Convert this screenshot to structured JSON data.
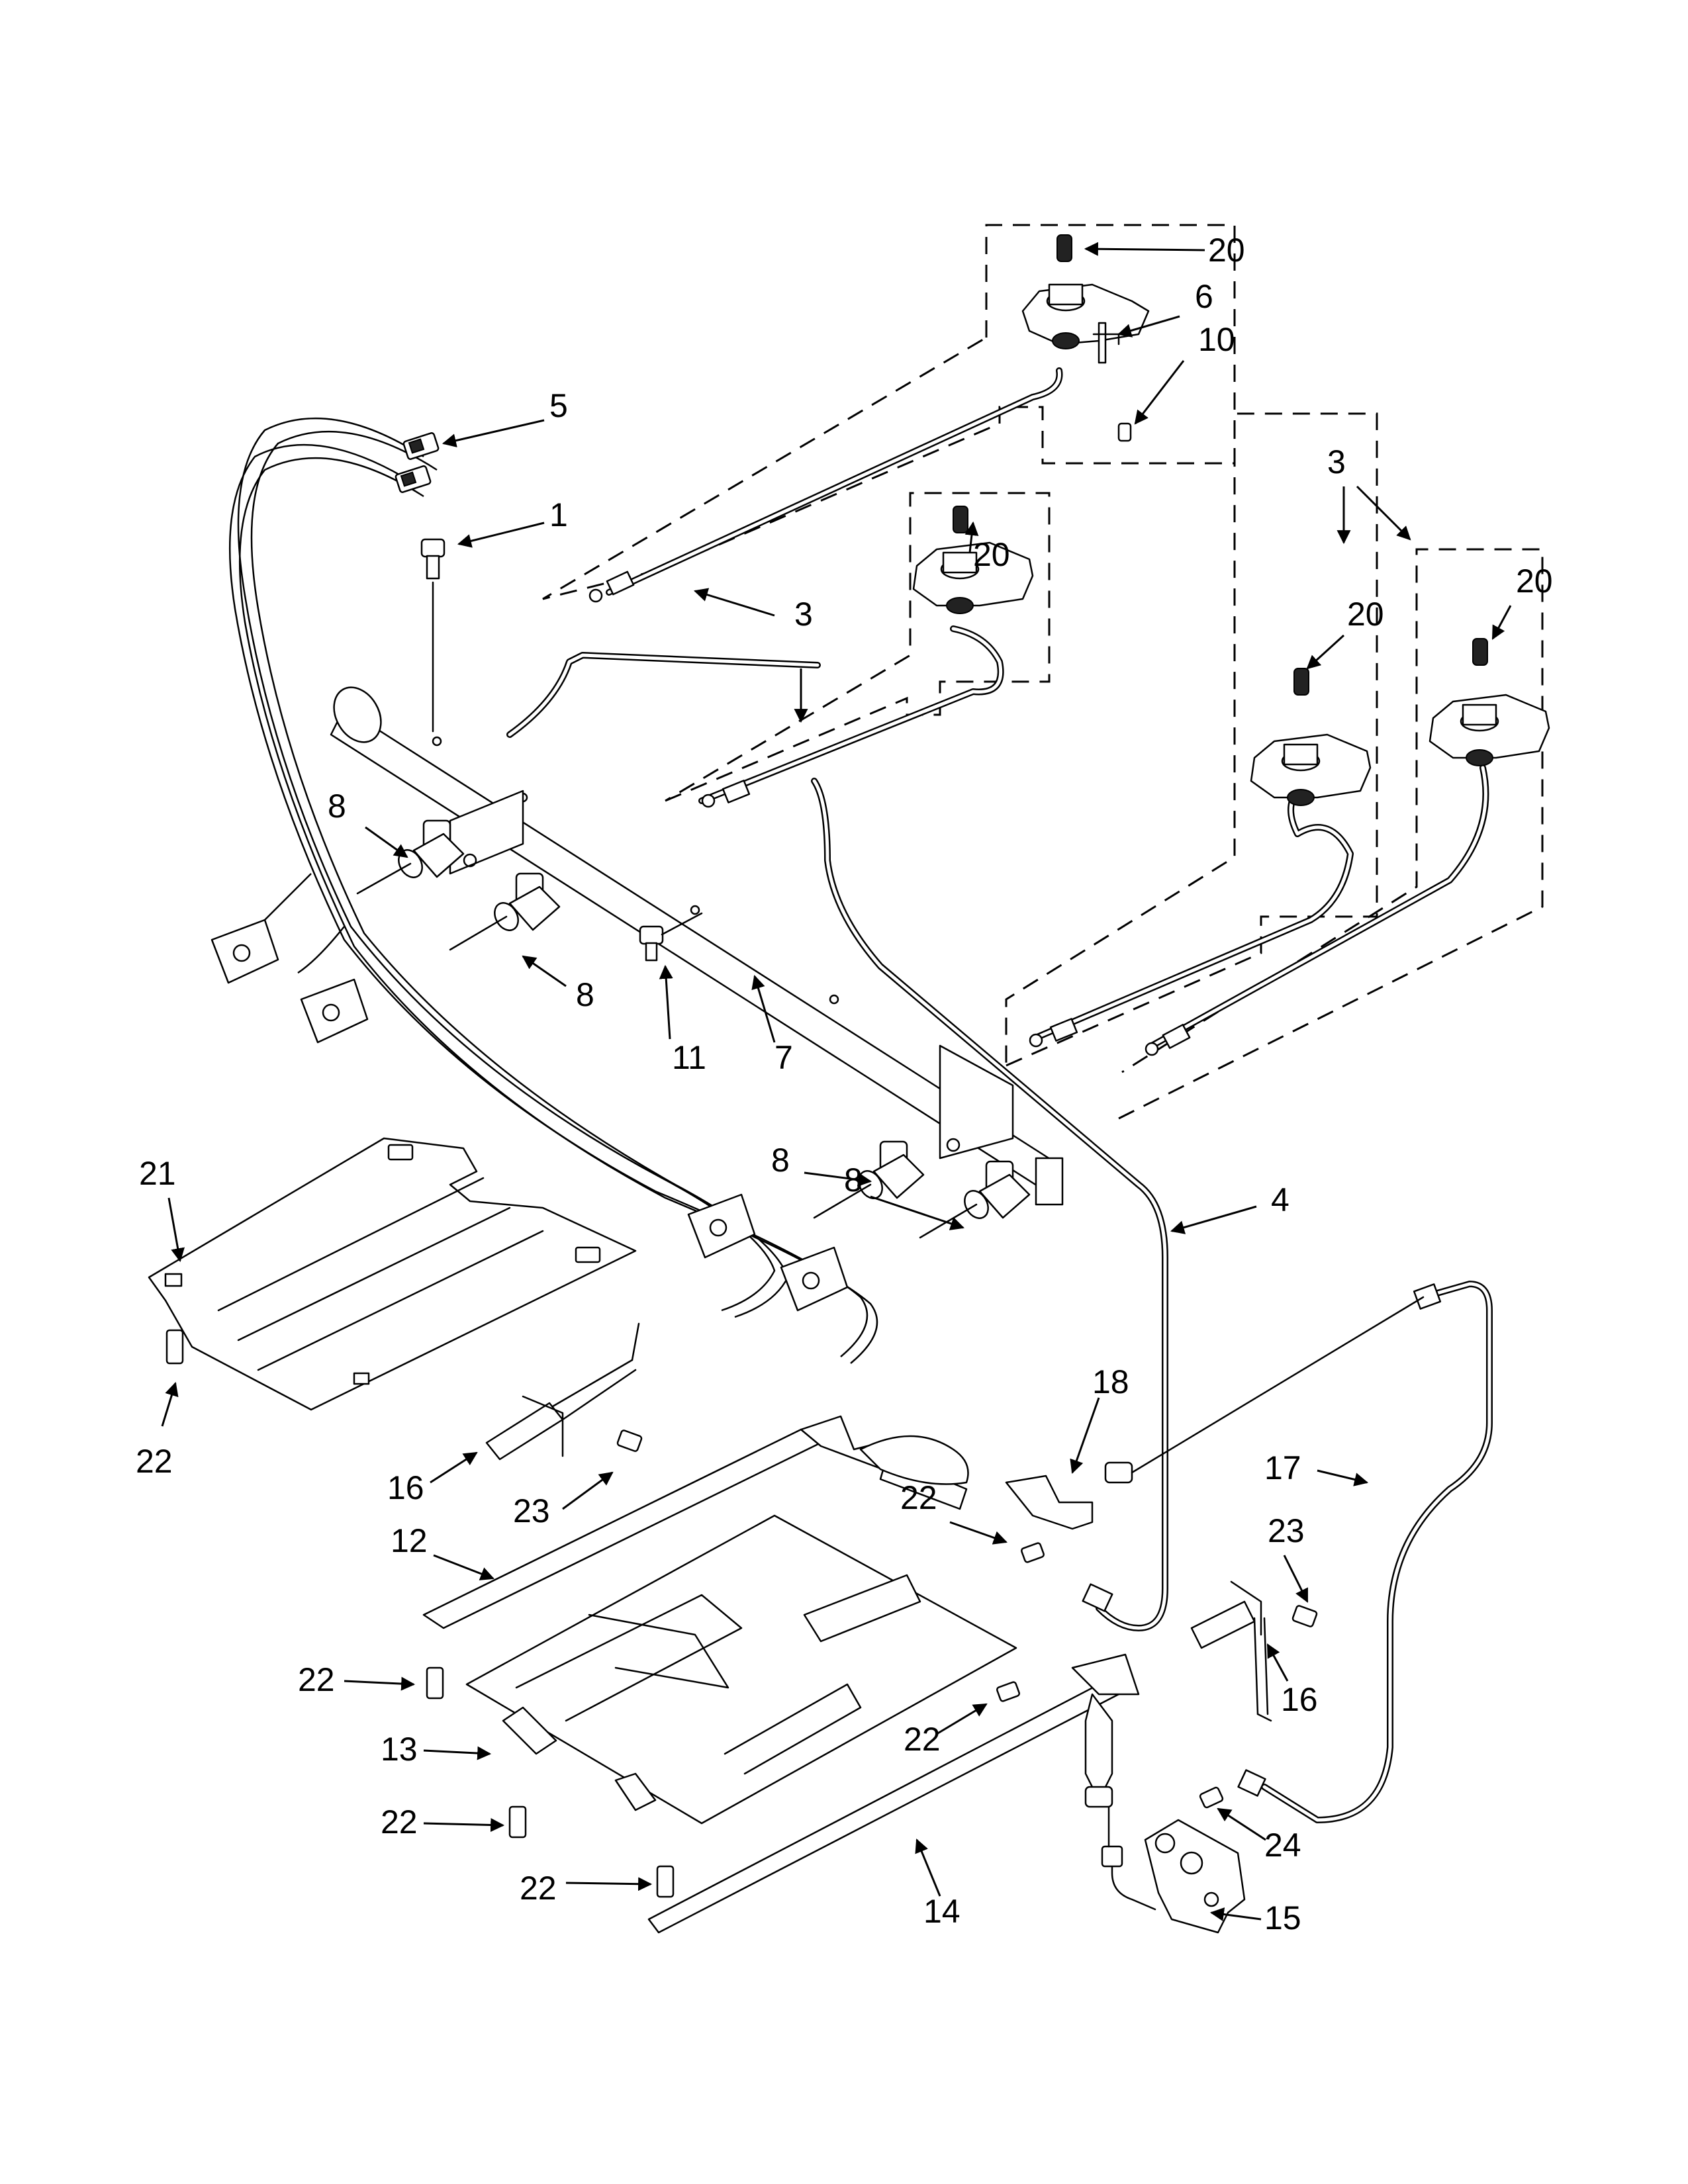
{
  "callouts": [
    {
      "label": "20",
      "anchor": "s"
    },
    {
      "label": "6",
      "anchor": "s"
    },
    {
      "label": "10",
      "anchor": "s"
    },
    {
      "label": "5",
      "anchor": "s"
    },
    {
      "label": "1",
      "anchor": "s"
    },
    {
      "label": "3",
      "anchor": "s"
    },
    {
      "label": "20",
      "anchor": "s"
    },
    {
      "label": "3",
      "anchor": "s"
    },
    {
      "label": "20",
      "anchor": "s"
    },
    {
      "label": "20",
      "anchor": "s"
    },
    {
      "label": "8",
      "anchor": "s"
    },
    {
      "label": "8",
      "anchor": "s"
    },
    {
      "label": "11",
      "anchor": "s"
    },
    {
      "label": "7",
      "anchor": "s"
    },
    {
      "label": "8",
      "anchor": "s"
    },
    {
      "label": "8",
      "anchor": "s"
    },
    {
      "label": "4",
      "anchor": "s"
    },
    {
      "label": "21",
      "anchor": "s"
    },
    {
      "label": "22",
      "anchor": "s"
    },
    {
      "label": "18",
      "anchor": "s"
    },
    {
      "label": "16",
      "anchor": "s"
    },
    {
      "label": "23",
      "anchor": "s"
    },
    {
      "label": "22",
      "anchor": "s"
    },
    {
      "label": "17",
      "anchor": "s"
    },
    {
      "label": "12",
      "anchor": "s"
    },
    {
      "label": "23",
      "anchor": "s"
    },
    {
      "label": "16",
      "anchor": "s"
    },
    {
      "label": "22",
      "anchor": "s"
    },
    {
      "label": "22",
      "anchor": "s"
    },
    {
      "label": "13",
      "anchor": "s"
    },
    {
      "label": "22",
      "anchor": "s"
    },
    {
      "label": "24",
      "anchor": "s"
    },
    {
      "label": "22",
      "anchor": "s"
    },
    {
      "label": "14",
      "anchor": "s"
    },
    {
      "label": "15",
      "anchor": "s"
    }
  ]
}
